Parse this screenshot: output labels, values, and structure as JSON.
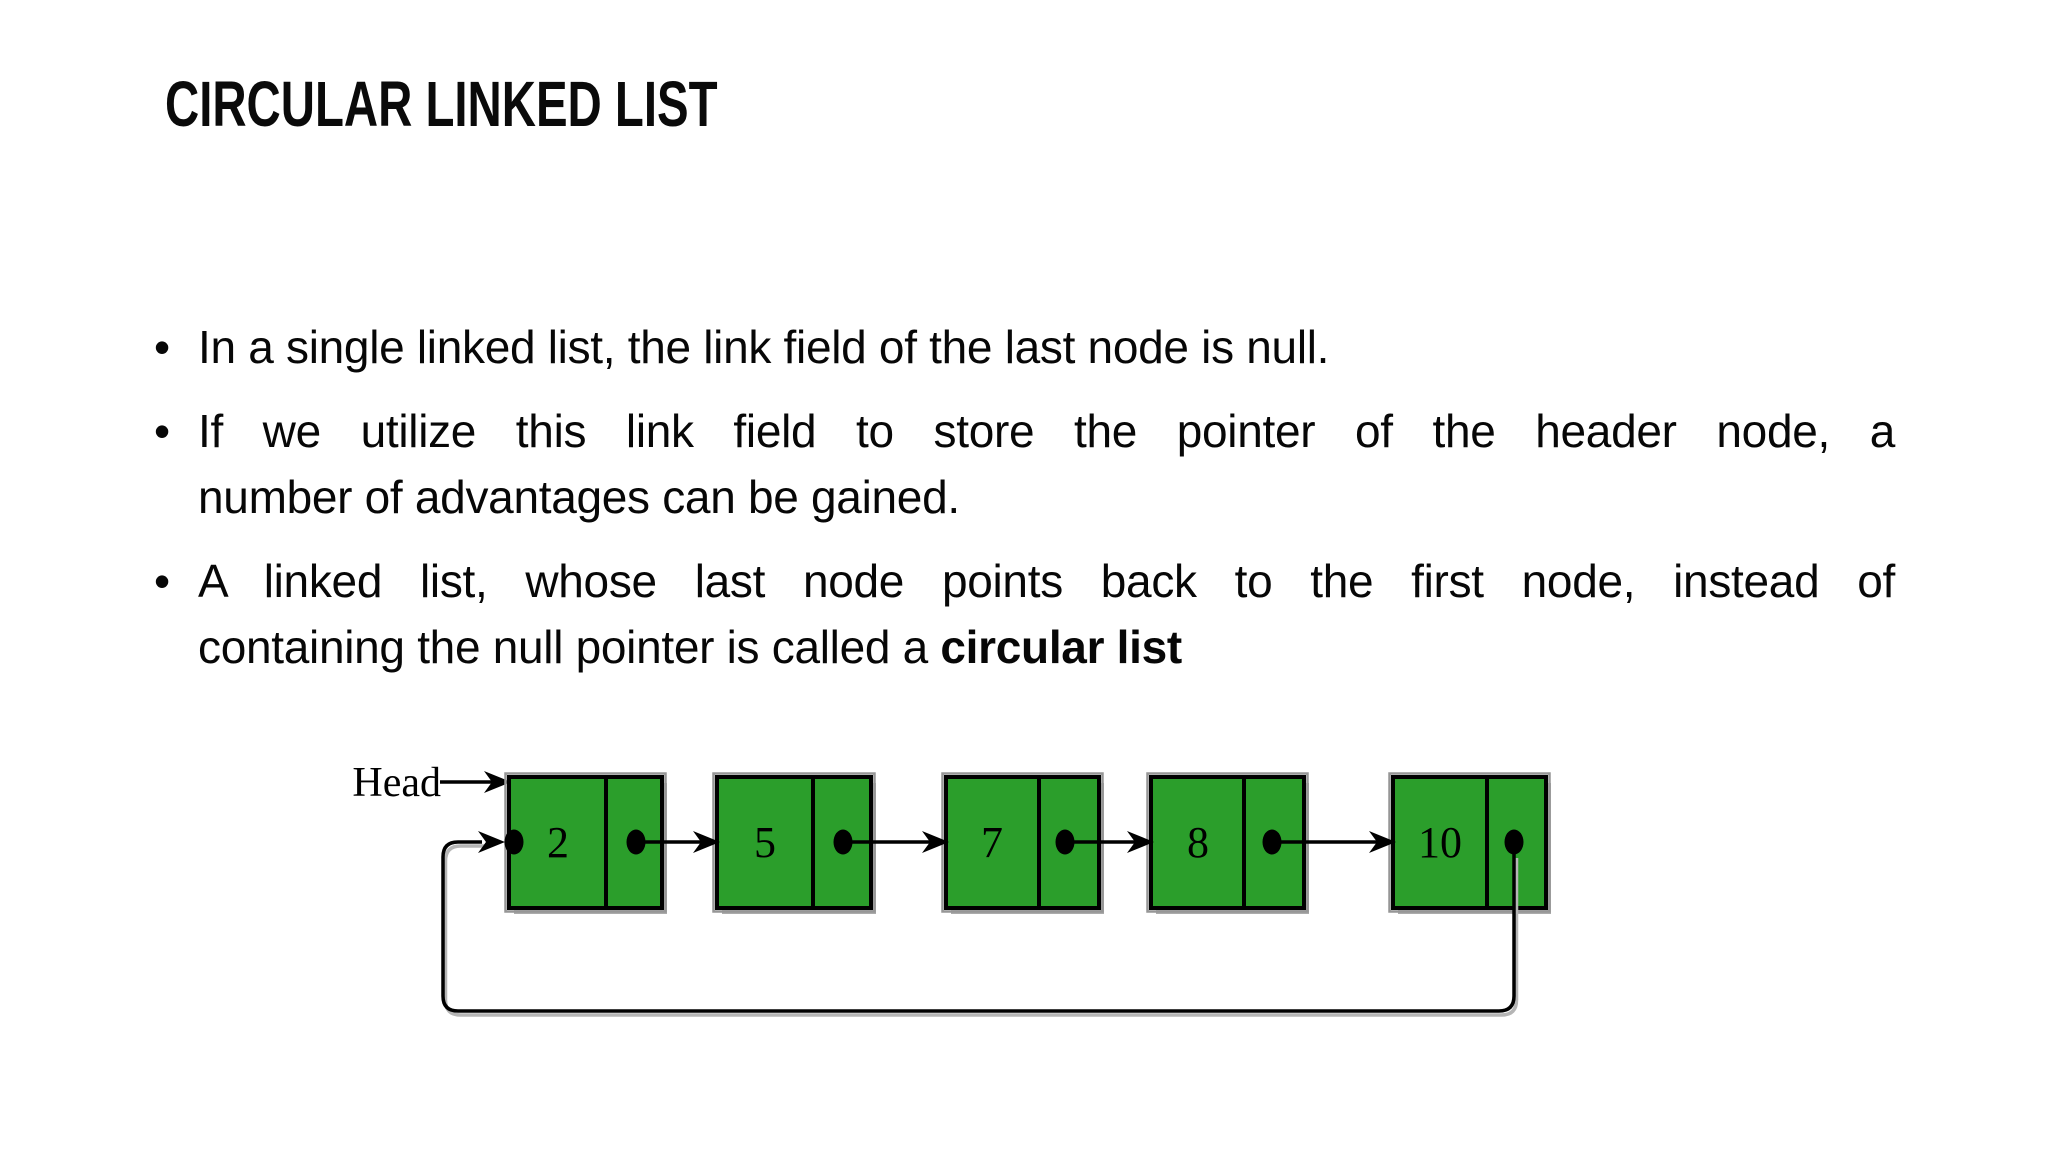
{
  "title": "CIRCULAR LINKED LIST",
  "bullet_char": "•",
  "bullets": [
    {
      "lines": [
        {
          "text": "In a single linked list, the link field of the last node is null."
        }
      ]
    },
    {
      "lines": [
        {
          "text": "If we utilize this link field to store the pointer of the header node, a"
        },
        {
          "text": "number of advantages can be gained."
        }
      ]
    },
    {
      "lines": [
        {
          "text": "A linked list, whose last node points back to the first node, instead of"
        },
        {
          "text": "containing the null pointer is called a ",
          "bold": "circular list"
        }
      ]
    }
  ],
  "diagram": {
    "head_label": "Head",
    "nodes": [
      "2",
      "5",
      "7",
      "8",
      "10"
    ],
    "node_fill": "#2b9e2b",
    "line_color": "#000000"
  }
}
